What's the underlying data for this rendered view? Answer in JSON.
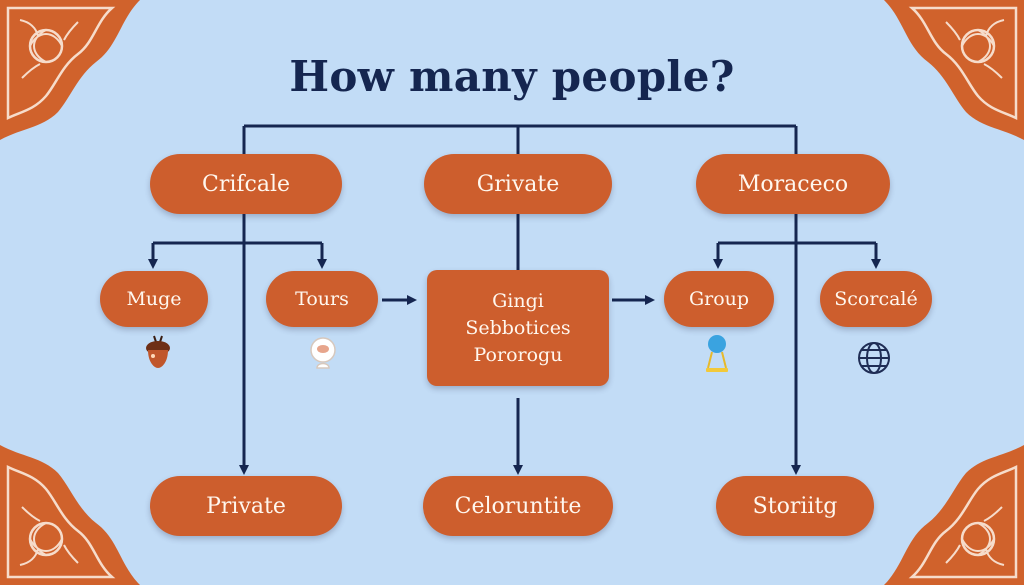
{
  "title": "How many people?",
  "nodes": {
    "crifcale": "Crifcale",
    "grivate": "Grivate",
    "moraceco": "Moraceco",
    "muge": "Muge",
    "tours": "Tours",
    "center_lines": [
      "Gingi",
      "Sebbotices",
      "Pororogu"
    ],
    "group": "Group",
    "scorcale": "Scorcalé",
    "private": "Private",
    "celoruntite": "Celoruntite",
    "storiitg": "Storiitg"
  },
  "icons": [
    "acorn-icon",
    "person-bust-icon",
    "balloon-icon",
    "globe-icon"
  ],
  "colors": {
    "background": "#c2dcf6",
    "node": "#cd5e2d",
    "line": "#152650",
    "title": "#152650"
  }
}
